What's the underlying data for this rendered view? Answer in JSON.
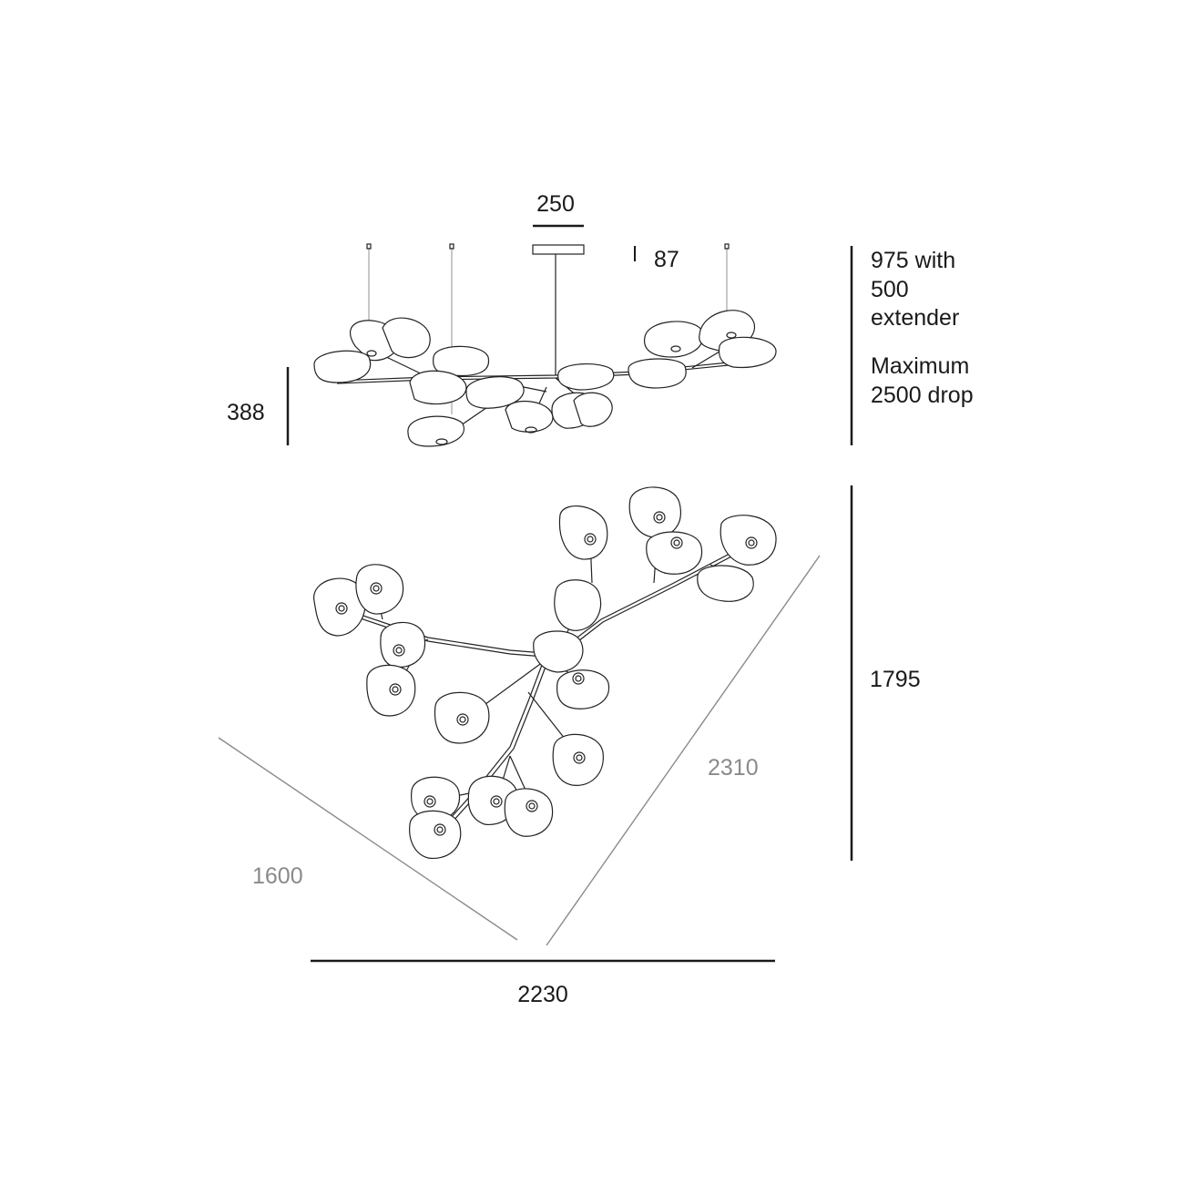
{
  "dimensions": {
    "canopy_width": "250",
    "canopy_height": "87",
    "fixture_height": "388",
    "drop_line1": "975 with",
    "drop_line2": "500",
    "drop_line3": "extender",
    "max_line1": "Maximum",
    "max_line2": "2500 drop",
    "plan_depth": "1795",
    "plan_width": "2230",
    "left_diagonal": "1600",
    "right_diagonal": "2310"
  }
}
